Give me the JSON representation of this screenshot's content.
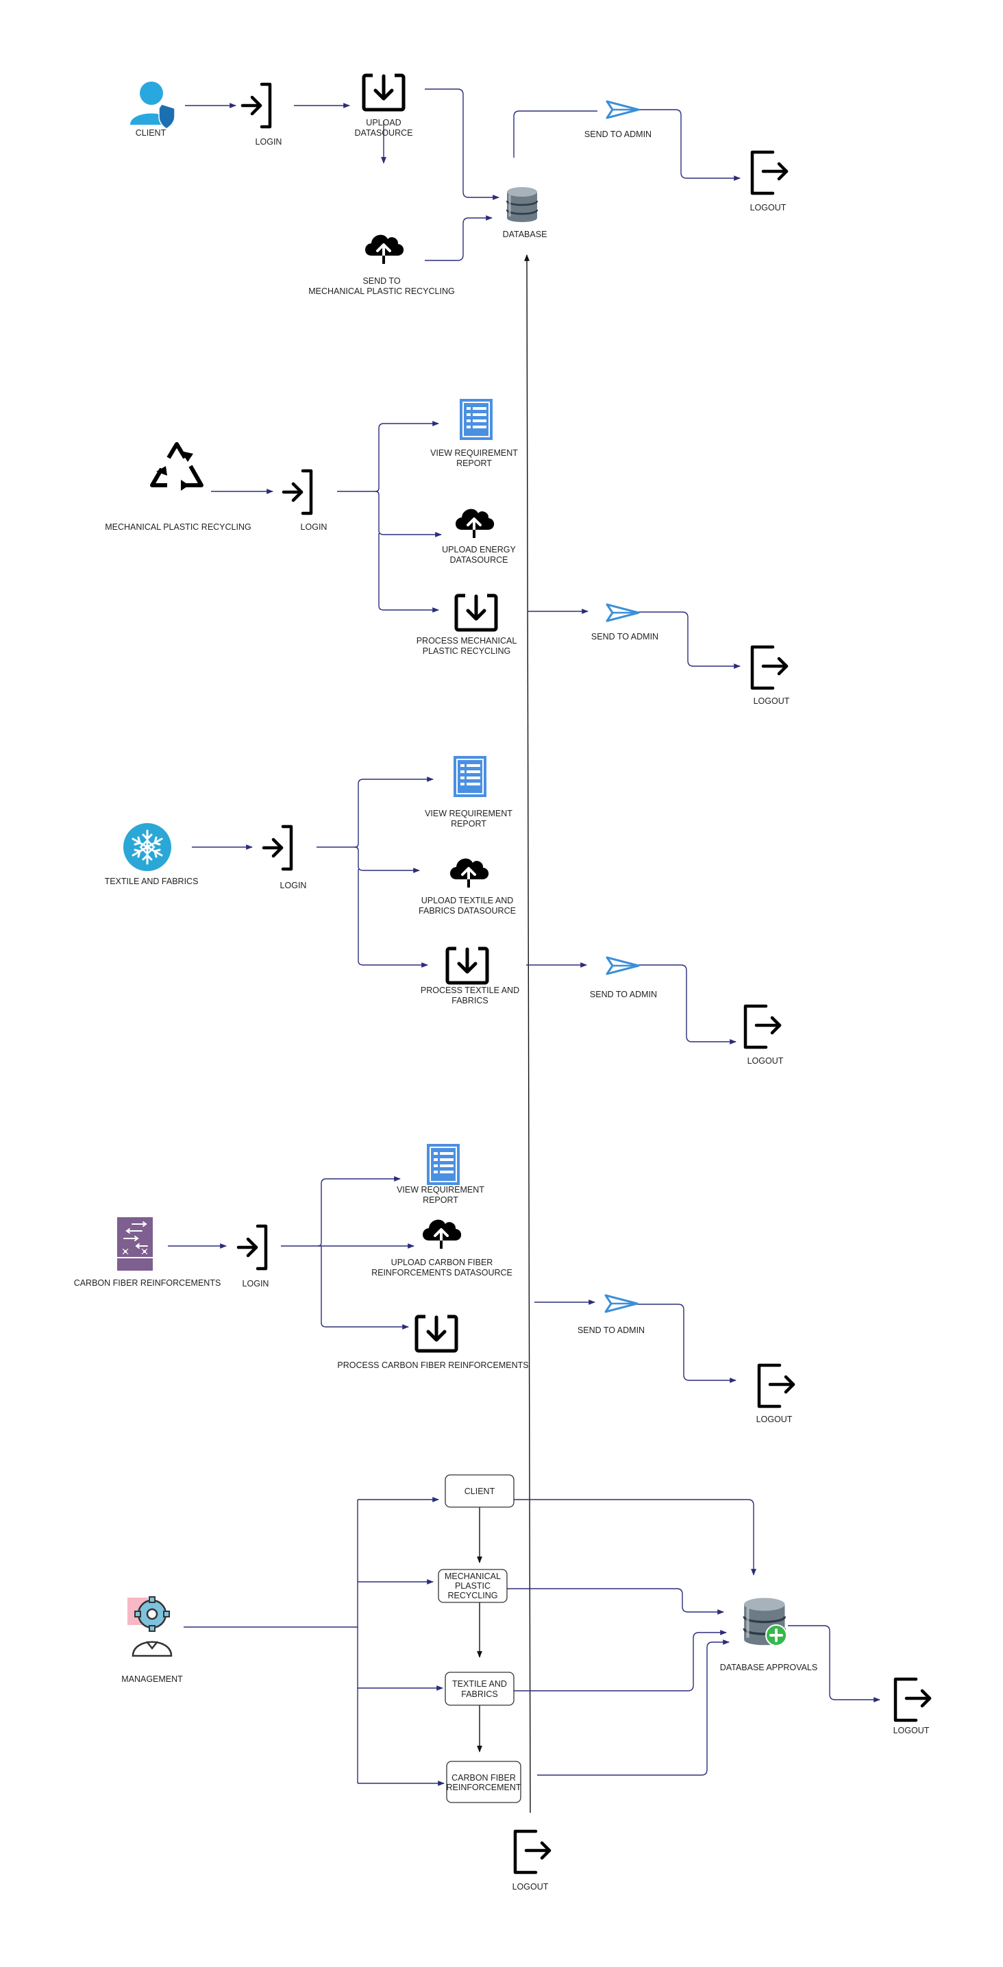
{
  "client_section": {
    "client": "CLIENT",
    "login": "LOGIN",
    "upload_1": "UPLOAD",
    "upload_2": "DATASOURCE",
    "send_1": "SEND TO",
    "send_2": "MECHANICAL PLASTIC RECYCLING",
    "database": "DATABASE",
    "send_admin": "SEND  TO ADMIN",
    "logout": "LOGOUT"
  },
  "mpr_section": {
    "actor": "MECHANICAL PLASTIC RECYCLING",
    "login": "LOGIN",
    "view_1": "VIEW REQUIREMENT",
    "view_2": "REPORT",
    "upload_1": "UPLOAD ENERGY",
    "upload_2": "DATASOURCE",
    "process_1": "PROCESS MECHANICAL",
    "process_2": "PLASTIC RECYCLING",
    "send_admin": "SEND  TO ADMIN",
    "logout": "LOGOUT"
  },
  "tf_section": {
    "actor": "TEXTILE AND FABRICS",
    "login": "LOGIN",
    "view_1": "VIEW REQUIREMENT",
    "view_2": "REPORT",
    "upload_1": "UPLOAD TEXTILE AND",
    "upload_2": "FABRICS DATASOURCE",
    "process_1": "PROCESS TEXTILE AND",
    "process_2": "FABRICS",
    "send_admin": "SEND  TO ADMIN",
    "logout": "LOGOUT"
  },
  "cf_section": {
    "actor": "CARBON FIBER REINFORCEMENTS",
    "login": "LOGIN",
    "view_1": "VIEW REQUIREMENT",
    "view_2": "REPORT",
    "upload_1": "UPLOAD CARBON FIBER",
    "upload_2": "REINFORCEMENTS DATASOURCE",
    "process": "PROCESS CARBON FIBER REINFORCEMENTS",
    "send_admin": "SEND  TO ADMIN",
    "logout": "LOGOUT"
  },
  "management_section": {
    "actor": "MANAGEMENT",
    "box_client": "CLIENT",
    "box_mpr_1": "MECHANICAL",
    "box_mpr_2": "PLASTIC",
    "box_mpr_3": "RECYCLING",
    "box_tf_1": "TEXTILE AND",
    "box_tf_2": "FABRICS",
    "box_cf_1": "CARBON FIBER",
    "box_cf_2": "REINFORCEMENT",
    "approvals": "DATABASE APPROVALS",
    "logout_right": "LOGOUT",
    "logout_bottom": "LOGOUT"
  },
  "colors": {
    "edge": "#2b2d7a",
    "doc_blue": "#4a90e2",
    "send_blue": "#3a8fd8",
    "client_blue": "#29a8e0",
    "tf_teal": "#2aa7d6",
    "cf_purple": "#7e5f8f",
    "approve_green": "#35b84a"
  }
}
